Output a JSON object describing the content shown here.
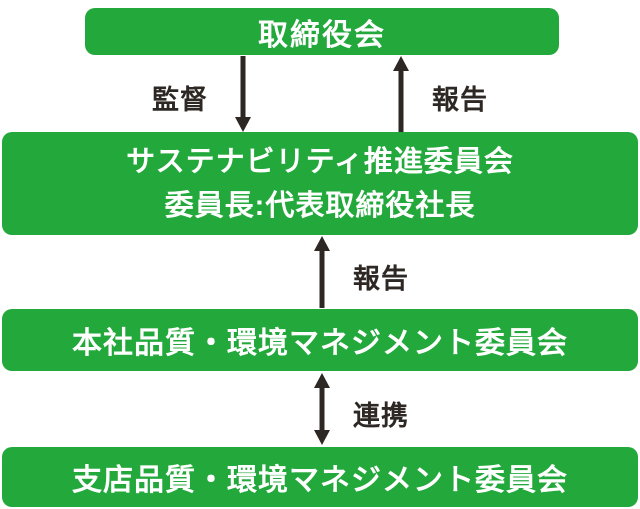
{
  "diagram": {
    "type": "org-governance-flow",
    "colors": {
      "box_green": "#23a83c",
      "box_text": "#ffffff",
      "arrow_ink": "#2e2825",
      "background": "#ffffff"
    },
    "nodes": [
      {
        "id": "board",
        "label": "取締役会"
      },
      {
        "id": "sustainability-committee",
        "lines": [
          "サステナビリティ推進委員会",
          "委員長:代表取締役社長"
        ]
      },
      {
        "id": "hq-quality-env-committee",
        "label": "本社品質・環境マネジメント委員会"
      },
      {
        "id": "branch-quality-env-committee",
        "label": "支店品質・環境マネジメント委員会"
      }
    ],
    "edges": [
      {
        "from": "board",
        "to": "sustainability-committee",
        "label": "監督",
        "direction": "down"
      },
      {
        "from": "sustainability-committee",
        "to": "board",
        "label": "報告",
        "direction": "up"
      },
      {
        "from": "hq-quality-env-committee",
        "to": "sustainability-committee",
        "label": "報告",
        "direction": "up"
      },
      {
        "from": "hq-quality-env-committee",
        "to": "branch-quality-env-committee",
        "label": "連携",
        "direction": "both"
      }
    ]
  }
}
